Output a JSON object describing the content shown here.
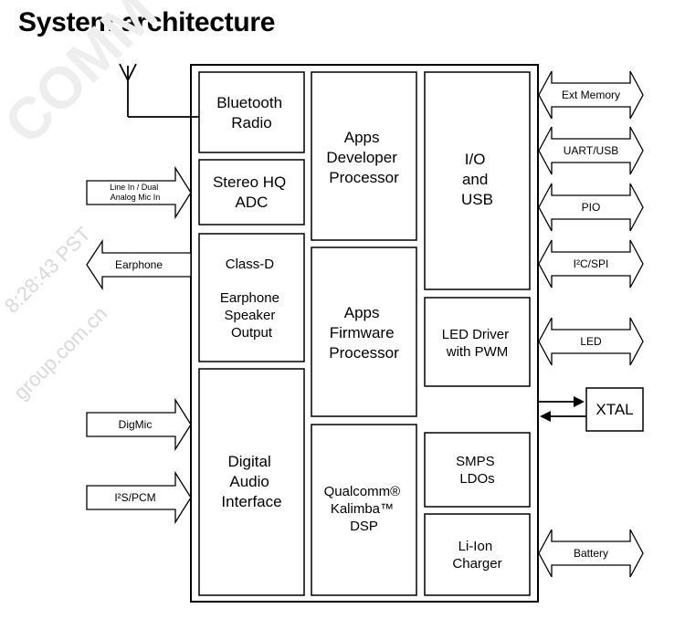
{
  "title": "System architecture",
  "watermark": {
    "top": "COMM",
    "middle": "8:28:43 PST",
    "bottom": "group.com.cn"
  },
  "blocks": {
    "bluetooth": [
      "Bluetooth",
      "Radio"
    ],
    "adc": [
      "Stereo HQ",
      "ADC"
    ],
    "class_d": [
      "Class-D",
      "",
      "Earphone",
      "Speaker",
      "Output"
    ],
    "digital_audio": [
      "Digital",
      "Audio",
      "Interface"
    ],
    "apps_dev": [
      "Apps",
      "Developer",
      "Processor"
    ],
    "apps_fw": [
      "Apps",
      "Firmware",
      "Processor"
    ],
    "dsp": [
      "Qualcomm®",
      "Kalimba™",
      "DSP"
    ],
    "io_usb": [
      "I/O",
      "and",
      "USB"
    ],
    "led_driver": [
      "LED Driver",
      "with PWM"
    ],
    "smps": [
      "SMPS",
      "LDOs"
    ],
    "charger": [
      "Li-Ion",
      "Charger"
    ],
    "xtal": "XTAL"
  },
  "arrows": {
    "line_in": [
      "Line In / Dual",
      "Analog Mic In"
    ],
    "earphone": "Earphone",
    "digmic": "DigMic",
    "i2s": "I²S/PCM",
    "ext_memory": "Ext Memory",
    "uart_usb": "UART/USB",
    "pio": "PIO",
    "i2c_spi": "I²C/SPI",
    "led": "LED",
    "battery": "Battery"
  }
}
